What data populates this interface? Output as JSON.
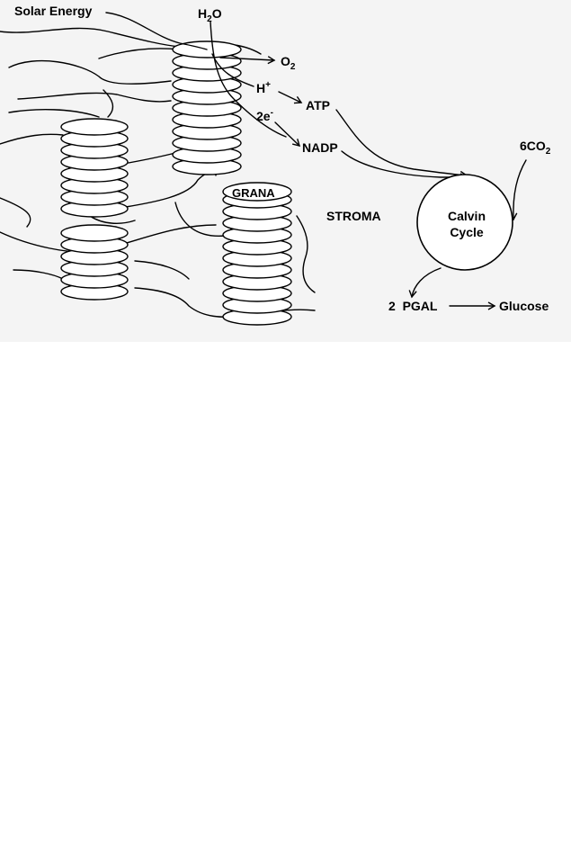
{
  "labels": {
    "solar_energy": "Solar Energy",
    "water": {
      "main": "H",
      "sub": "2",
      "tail": "O"
    },
    "oxygen": {
      "main": "O",
      "sub": "2"
    },
    "proton": {
      "main": "H",
      "sup": "+"
    },
    "electrons": {
      "main": "2e",
      "sup": "-"
    },
    "atp": "ATP",
    "nadp": "NADP",
    "carbon_dioxide": {
      "main": "6CO",
      "sub": "2"
    },
    "grana": "GRANA",
    "stroma": "STROMA",
    "calvin_line1": "Calvin",
    "calvin_line2": "Cycle",
    "pgal": "2  PGAL",
    "glucose": "Glucose"
  }
}
